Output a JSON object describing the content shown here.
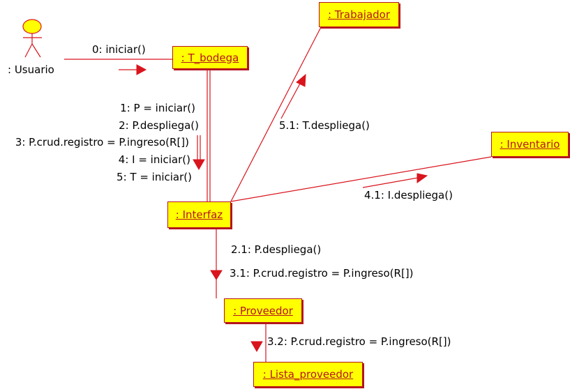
{
  "colors": {
    "line": "#d9141d",
    "box_fill": "#ffff00",
    "box_text": "#b5141d",
    "actor_fill": "#ffff00"
  },
  "actor": {
    "label": ": Usuario"
  },
  "objects": {
    "t_bodega": ": T_bodega",
    "trabajador": ": Trabajador",
    "inventario": ": Inventario",
    "interfaz": ": Interfaz",
    "proveedor": ": Proveedor",
    "lista_proveedor": ": Lista_proveedor"
  },
  "messages": {
    "m0": "0: iniciar()",
    "m1": "1: P = iniciar()",
    "m2": "2: P.despliega()",
    "m3": "3: P.crud.registro = P.ingreso(R[])",
    "m4": "4: I = iniciar()",
    "m5": "5: T = iniciar()",
    "m51": "5.1: T.despliega()",
    "m41": "4.1: I.despliega()",
    "m21": "2.1: P.despliega()",
    "m31": "3.1: P.crud.registro = P.ingreso(R[])",
    "m32": "3.2: P.crud.registro = P.ingreso(R[])"
  }
}
